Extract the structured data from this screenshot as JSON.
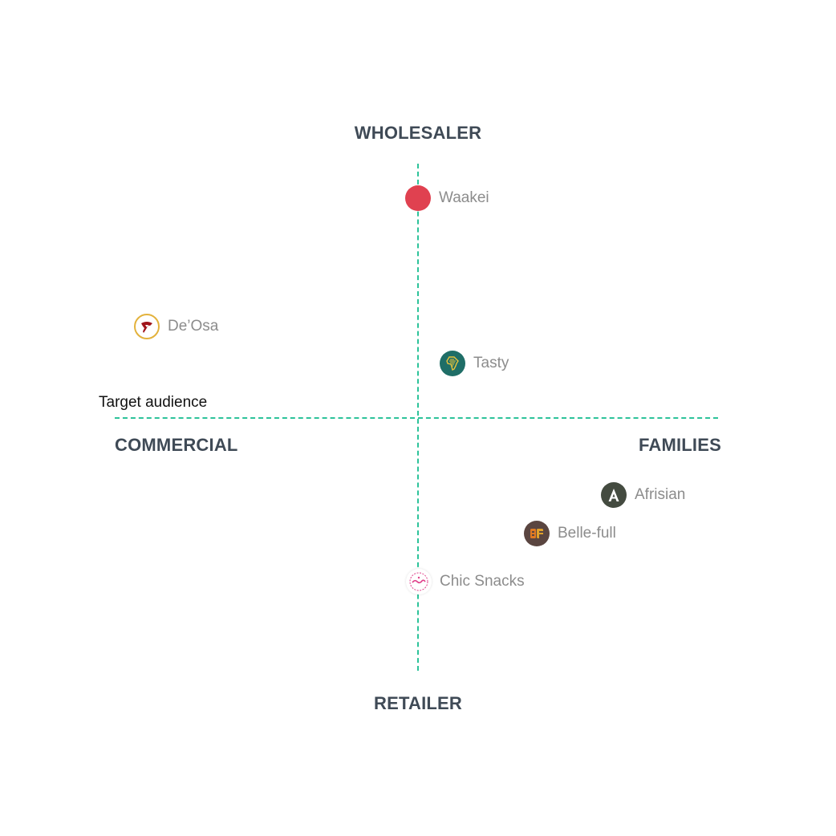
{
  "axes": {
    "top": "WHOLESALER",
    "bottom": "RETAILER",
    "left": "COMMERCIAL",
    "right": "FAMILIES"
  },
  "target_label": "Target audience",
  "brands": [
    {
      "name": "Waakei",
      "icon": "red-dot-icon",
      "color": "#e04150"
    },
    {
      "name": "De’Osa",
      "icon": "deosa-logo-icon",
      "color": "#a0151b"
    },
    {
      "name": "Tasty",
      "icon": "africa-map-icon",
      "color": "#1f6e67"
    },
    {
      "name": "Afrisian",
      "icon": "letter-a-icon",
      "color": "#444b40"
    },
    {
      "name": "Belle-full",
      "icon": "bf-monogram-icon",
      "color": "#5a4540"
    },
    {
      "name": "Chic Snacks",
      "icon": "chic-snacks-logo-icon",
      "color": "#e0408a"
    }
  ],
  "colors": {
    "axis_line": "#2dc39a",
    "axis_title": "#3f4a56",
    "brand_label": "#8c8c8c"
  }
}
